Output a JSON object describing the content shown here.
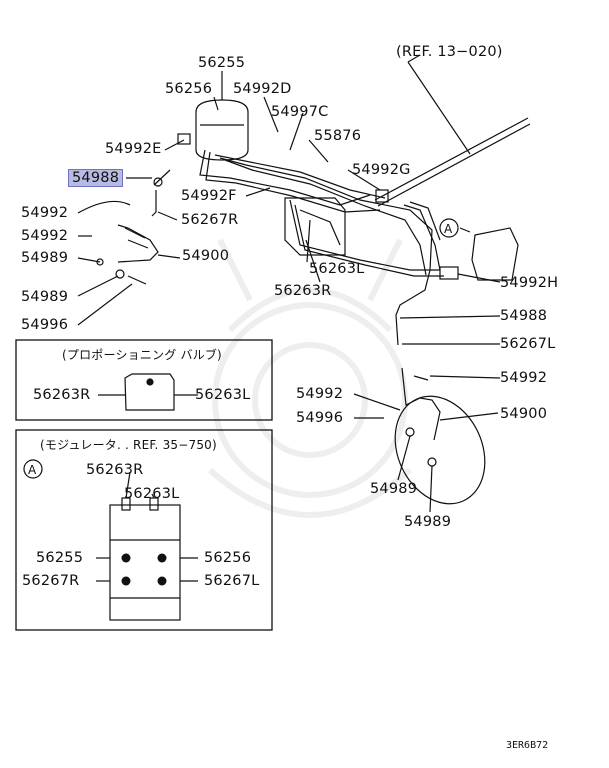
{
  "ref_top": "(REF. 13−020)",
  "labels": {
    "p56255": "56255",
    "p56256": "56256",
    "p54992D": "54992D",
    "p54997C": "54997C",
    "p55876": "55876",
    "p54992E": "54992E",
    "p54988a": "54988",
    "p54992G": "54992G",
    "p54992F": "54992F",
    "p56267R": "56267R",
    "p54992a": "54992",
    "p54992b": "54992",
    "p54989a": "54989",
    "p54900a": "54900",
    "p56263L": "56263L",
    "p56263R": "56263R",
    "p54992H": "54992H",
    "p54989b": "54989",
    "p54996a": "54996",
    "p54988b": "54988",
    "p56267L": "56267L",
    "p54992c": "54992",
    "p54992d": "54992",
    "p54900b": "54900",
    "p54996b": "54996",
    "p54989c": "54989",
    "p54989d": "54989",
    "circleA": "A"
  },
  "valve_box": {
    "title": "(プロポーショニング バルブ)",
    "left": "56263R",
    "right": "56263L"
  },
  "modulator_box": {
    "title": "(モジュレータ. . REF. 35−750)",
    "marker": "A",
    "top1": "56263R",
    "top2": "56263L",
    "l1": "56255",
    "r1": "56256",
    "l2": "56267R",
    "r2": "56267L"
  },
  "diagram_code": "3ER6B72"
}
